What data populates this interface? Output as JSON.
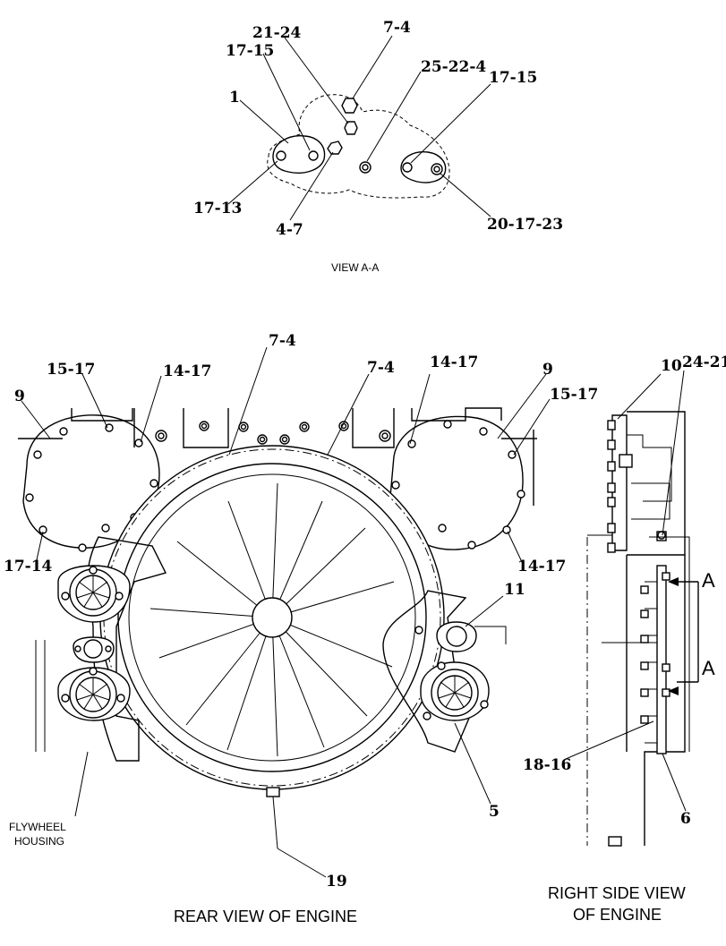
{
  "view_aa": {
    "caption": "VIEW   A-A",
    "labels": {
      "l1": "1",
      "l17_15a": "17-15",
      "l21_24": "21-24",
      "l7_4": "7-4",
      "l25_22_4": "25-22-4",
      "l17_15b": "17-15",
      "l17_13": "17-13",
      "l4_7": "4-7",
      "l20_17_23": "20-17-23"
    }
  },
  "rear_view": {
    "caption": "REAR VIEW OF ENGINE",
    "flywheel_line1": "FLYWHEEL",
    "flywheel_line2": "HOUSING",
    "labels": {
      "l15_17a": "15-17",
      "l14_17a": "14-17",
      "l7_4a": "7-4",
      "l7_4b": "7-4",
      "l14_17b": "14-17",
      "l9a": "9",
      "l9b": "9",
      "l15_17b": "15-17",
      "l17_14": "17-14",
      "l14_17c": "14-17",
      "l11": "11",
      "l5": "5",
      "l19": "19"
    }
  },
  "side_view": {
    "caption_line1": "RIGHT SIDE VIEW",
    "caption_line2": "OF ENGINE",
    "section_mark_top": "A",
    "section_mark_bottom": "A",
    "labels": {
      "l10": "10",
      "l24_21": "24-21",
      "l18_16": "18-16",
      "l6": "6"
    }
  }
}
